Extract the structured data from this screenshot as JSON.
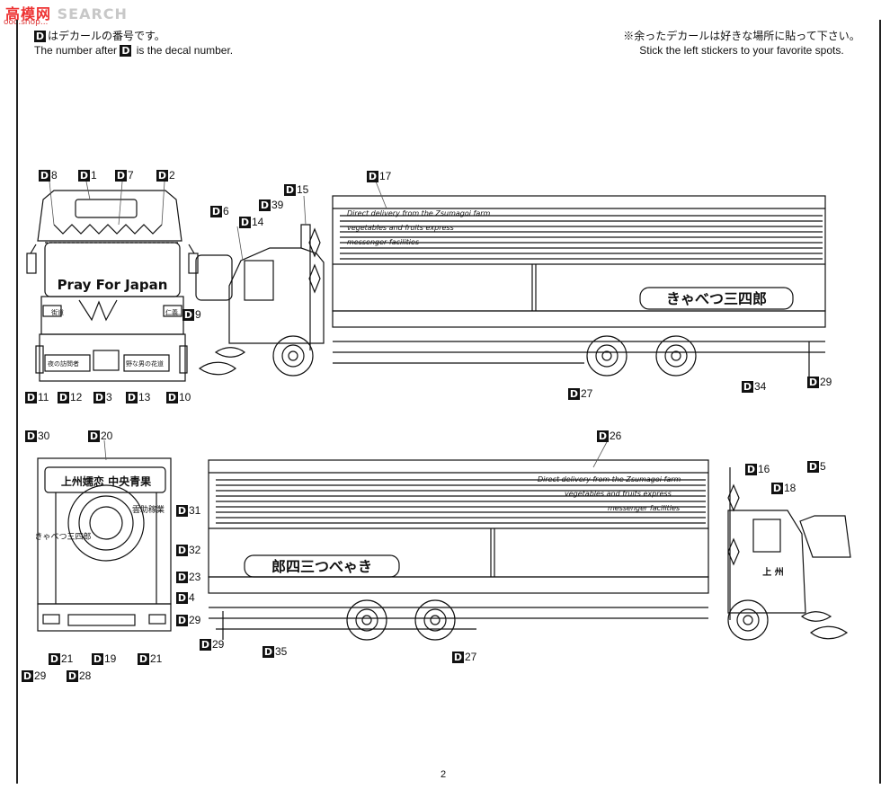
{
  "watermark": {
    "brand": "SEARCH",
    "url": "ooo.shop..."
  },
  "notes": {
    "left_jp": "はデカールの番号です。",
    "left_en": "The number after",
    "left_en_end": "is the decal number.",
    "right_jp": "※余ったデカールは好きな場所に貼って下さい。",
    "right_en": "Stick the left stickers to your favorite spots.",
    "box": "D"
  },
  "truck_text": {
    "windshield": "Pray For Japan",
    "script1": "Direct delivery from the Zsumagoi farm",
    "script2": "vegetables and fruits express",
    "script3": "messenger facilities",
    "side_name": "きゃべつ三四郎",
    "side_name_rev": "郎四三つべゃき",
    "rear_top": "上州嬬恋 中央青果",
    "rear_right": "雲助稼業",
    "rear_left": "きゃべつ三四郎",
    "plate_left": "夜の訪問者",
    "plate_right": "野な男の花道",
    "cab_left": "街道",
    "cab_right": "仁義",
    "jyoshu": "上 州"
  },
  "decals": [
    {
      "id": "d8",
      "num": "8"
    },
    {
      "id": "d1",
      "num": "1"
    },
    {
      "id": "d7",
      "num": "7"
    },
    {
      "id": "d2",
      "num": "2"
    },
    {
      "id": "d9",
      "num": "9"
    },
    {
      "id": "d11",
      "num": "11"
    },
    {
      "id": "d12",
      "num": "12"
    },
    {
      "id": "d3",
      "num": "3"
    },
    {
      "id": "d13",
      "num": "13"
    },
    {
      "id": "d10",
      "num": "10"
    },
    {
      "id": "d6",
      "num": "6"
    },
    {
      "id": "d14",
      "num": "14"
    },
    {
      "id": "d39",
      "num": "39"
    },
    {
      "id": "d15",
      "num": "15"
    },
    {
      "id": "d17",
      "num": "17"
    },
    {
      "id": "d27a",
      "num": "27"
    },
    {
      "id": "d34",
      "num": "34"
    },
    {
      "id": "d29a",
      "num": "29"
    },
    {
      "id": "d30",
      "num": "30"
    },
    {
      "id": "d20",
      "num": "20"
    },
    {
      "id": "d31",
      "num": "31"
    },
    {
      "id": "d32",
      "num": "32"
    },
    {
      "id": "d23",
      "num": "23"
    },
    {
      "id": "d4",
      "num": "4"
    },
    {
      "id": "d29b",
      "num": "29"
    },
    {
      "id": "d29c",
      "num": "29"
    },
    {
      "id": "d21a",
      "num": "21"
    },
    {
      "id": "d28",
      "num": "28"
    },
    {
      "id": "d19",
      "num": "19"
    },
    {
      "id": "d21b",
      "num": "21"
    },
    {
      "id": "d26",
      "num": "26"
    },
    {
      "id": "d16",
      "num": "16"
    },
    {
      "id": "d18",
      "num": "18"
    },
    {
      "id": "d5",
      "num": "5"
    },
    {
      "id": "d29d",
      "num": "29"
    },
    {
      "id": "d35",
      "num": "35"
    },
    {
      "id": "d27b",
      "num": "27"
    }
  ],
  "page_number": "2"
}
